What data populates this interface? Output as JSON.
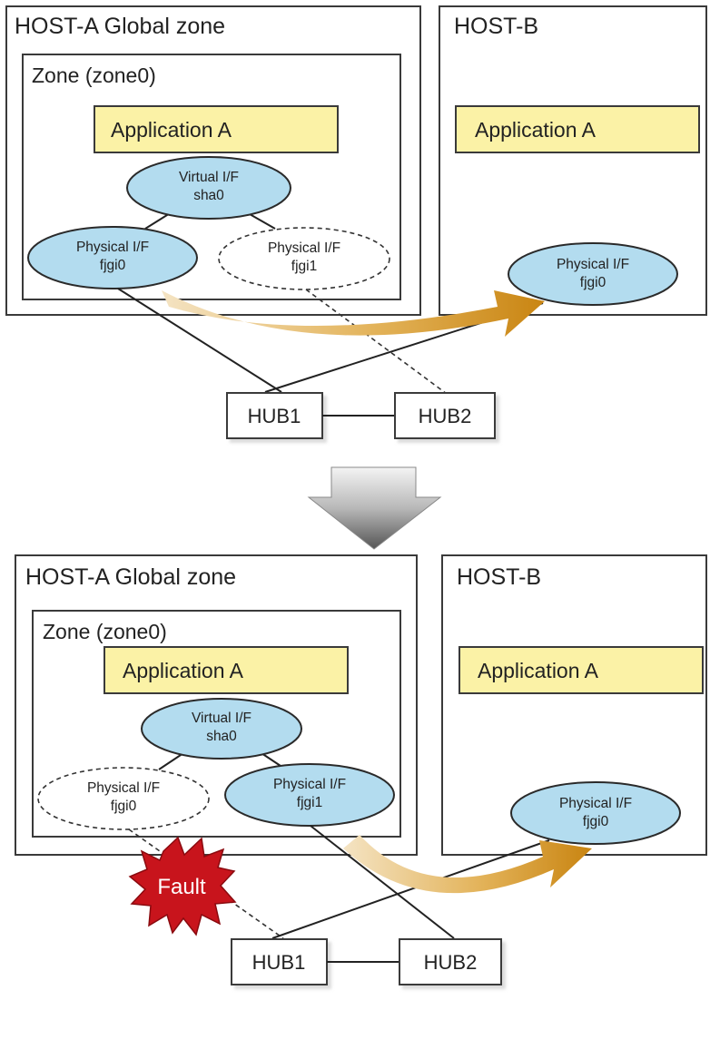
{
  "top": {
    "host_a_title": "HOST-A Global zone",
    "zone_title": "Zone (zone0)",
    "app_a": "Application A",
    "virtual_if": {
      "line1": "Virtual I/F",
      "line2": "sha0"
    },
    "phys_if0": {
      "line1": "Physical I/F",
      "line2": "fjgi0",
      "state": "active"
    },
    "phys_if1": {
      "line1": "Physical I/F",
      "line2": "fjgi1",
      "state": "standby"
    },
    "host_b_title": "HOST-B",
    "host_b_app": "Application A",
    "host_b_if": {
      "line1": "Physical I/F",
      "line2": "fjgi0"
    },
    "hub1": "HUB1",
    "hub2": "HUB2"
  },
  "bottom": {
    "host_a_title": "HOST-A Global zone",
    "zone_title": "Zone (zone0)",
    "app_a": "Application A",
    "virtual_if": {
      "line1": "Virtual I/F",
      "line2": "sha0"
    },
    "phys_if0": {
      "line1": "Physical I/F",
      "line2": "fjgi0",
      "state": "standby"
    },
    "phys_if1": {
      "line1": "Physical I/F",
      "line2": "fjgi1",
      "state": "active"
    },
    "host_b_title": "HOST-B",
    "host_b_app": "Application A",
    "host_b_if": {
      "line1": "Physical I/F",
      "line2": "fjgi0"
    },
    "fault_label": "Fault",
    "hub1": "HUB1",
    "hub2": "HUB2"
  },
  "colors": {
    "interface_fill": "#b3dcef",
    "app_fill": "#fbf2a6",
    "fault_fill": "#c8141c",
    "arrow_gold": "#c98a1c",
    "down_arrow_gray": "#8a8a8a"
  }
}
